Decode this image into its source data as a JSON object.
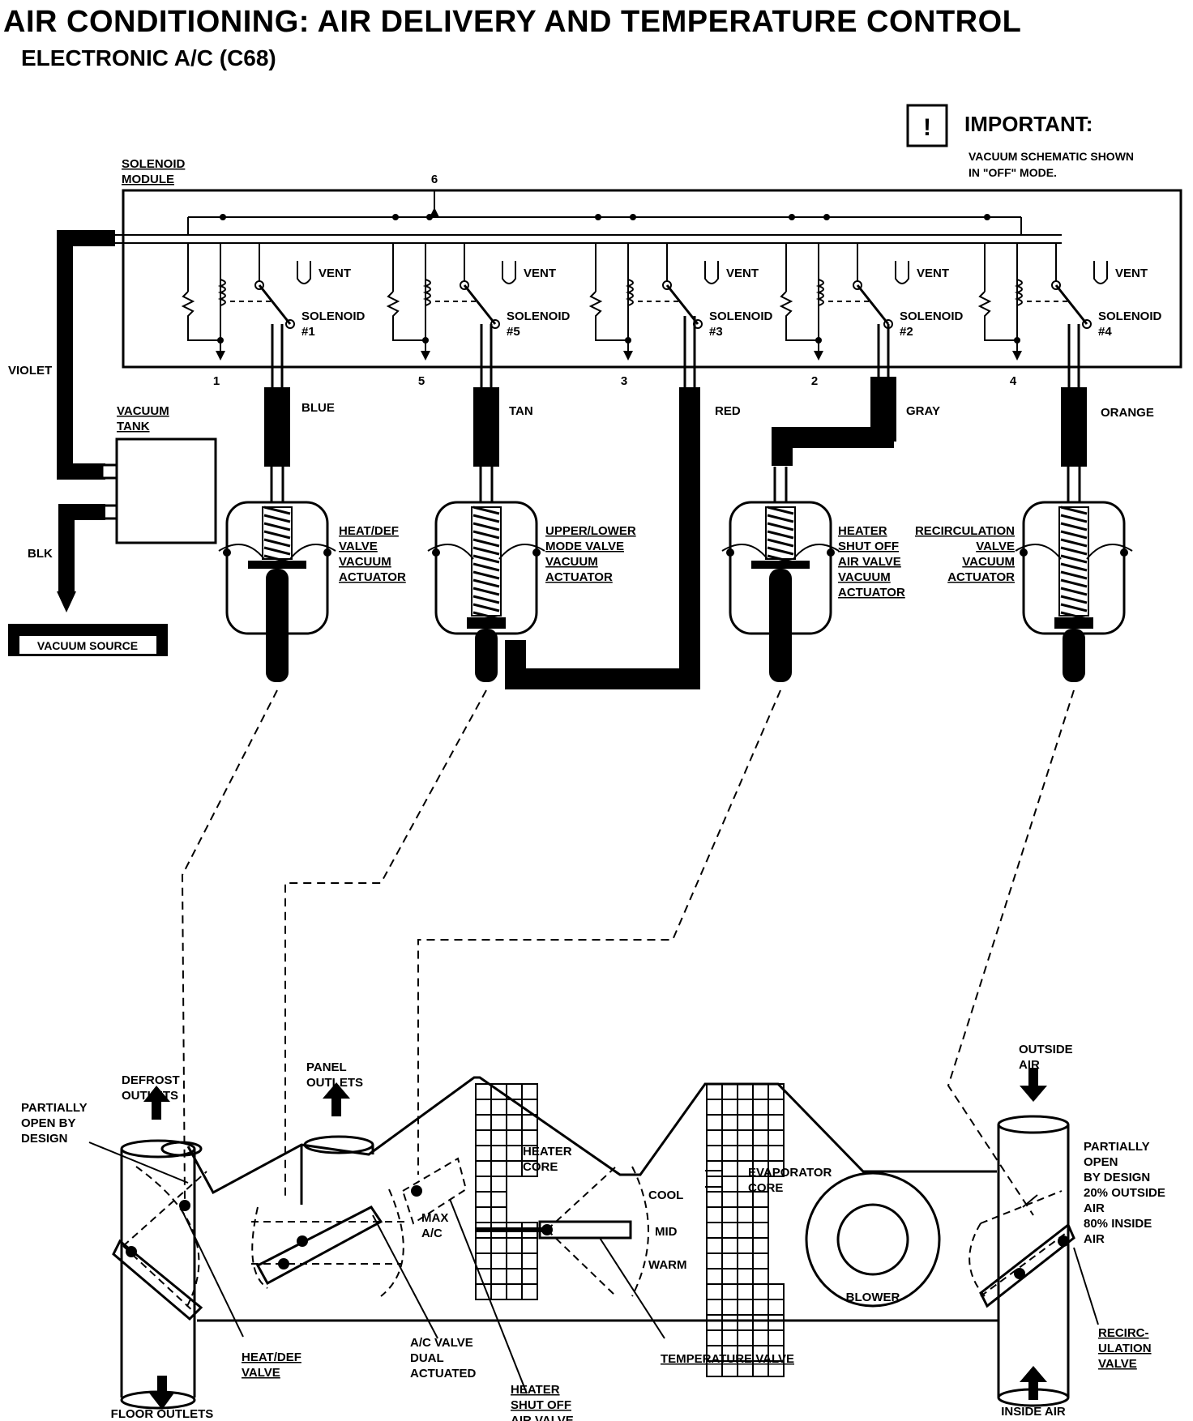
{
  "title": "AIR CONDITIONING:  AIR DELIVERY AND TEMPERATURE CONTROL",
  "subtitle": "ELECTRONIC A/C (C68)",
  "important": {
    "heading": "IMPORTANT:",
    "note_line1": "VACUUM SCHEMATIC SHOWN",
    "note_line2": "IN \"OFF\" MODE."
  },
  "solenoid_module": {
    "line1": "SOLENOID",
    "line2": "MODULE",
    "top_port": "6"
  },
  "vent_label": "VENT",
  "solenoids": [
    {
      "word": "SOLENOID",
      "num": "#1",
      "port": "1",
      "hose": "BLUE"
    },
    {
      "word": "SOLENOID",
      "num": "#5",
      "port": "5",
      "hose": "TAN"
    },
    {
      "word": "SOLENOID",
      "num": "#3",
      "port": "3",
      "hose": "RED"
    },
    {
      "word": "SOLENOID",
      "num": "#2",
      "port": "2",
      "hose": "GRAY"
    },
    {
      "word": "SOLENOID",
      "num": "#4",
      "port": "4",
      "hose": "ORANGE"
    }
  ],
  "supply": {
    "violet": "VIOLET",
    "blk": "BLK",
    "vacuum_tank_1": "VACUUM",
    "vacuum_tank_2": "TANK",
    "vacuum_source": "VACUUM SOURCE"
  },
  "actuators": {
    "heat_def": [
      "HEAT/DEF",
      "VALVE",
      "VACUUM",
      "ACTUATOR"
    ],
    "upper_lower": [
      "UPPER/LOWER",
      "MODE VALVE",
      "VACUUM",
      "ACTUATOR"
    ],
    "heater_shutoff": [
      "HEATER",
      "SHUT OFF",
      "AIR VALVE",
      "VACUUM",
      "ACTUATOR"
    ],
    "recirculation": [
      "RECIRCULATION",
      "VALVE",
      "VACUUM",
      "ACTUATOR"
    ]
  },
  "duct": {
    "defrost_outlets": [
      "DEFROST",
      "OUTLETS"
    ],
    "panel_outlets": [
      "PANEL",
      "OUTLETS"
    ],
    "partially_open_left": [
      "PARTIALLY",
      "OPEN BY",
      "DESIGN"
    ],
    "heater_core": [
      "HEATER",
      "CORE"
    ],
    "evaporator_core": [
      "EVAPORATOR",
      "CORE"
    ],
    "cool": "COOL",
    "mid": "MID",
    "warm": "WARM",
    "max_ac": [
      "MAX",
      "A/C"
    ],
    "blower": "BLOWER",
    "outside_air": [
      "OUTSIDE",
      "AIR"
    ],
    "partially_open_right": [
      "PARTIALLY",
      "OPEN",
      "BY DESIGN",
      "20% OUTSIDE",
      "AIR",
      "80% INSIDE",
      "AIR"
    ],
    "heat_def_valve": [
      "HEAT/DEF",
      "VALVE"
    ],
    "ac_valve": [
      "A/C VALVE",
      "DUAL",
      "ACTUATED"
    ],
    "heater_shutoff_valve": [
      "HEATER",
      "SHUT OFF",
      "AIR VALVE"
    ],
    "temperature_valve": "TEMPERATURE VALVE",
    "recirc_valve": [
      "RECIRC-",
      "ULATION",
      "VALVE"
    ],
    "floor_outlets": "FLOOR OUTLETS",
    "inside_air": "INSIDE AIR"
  }
}
